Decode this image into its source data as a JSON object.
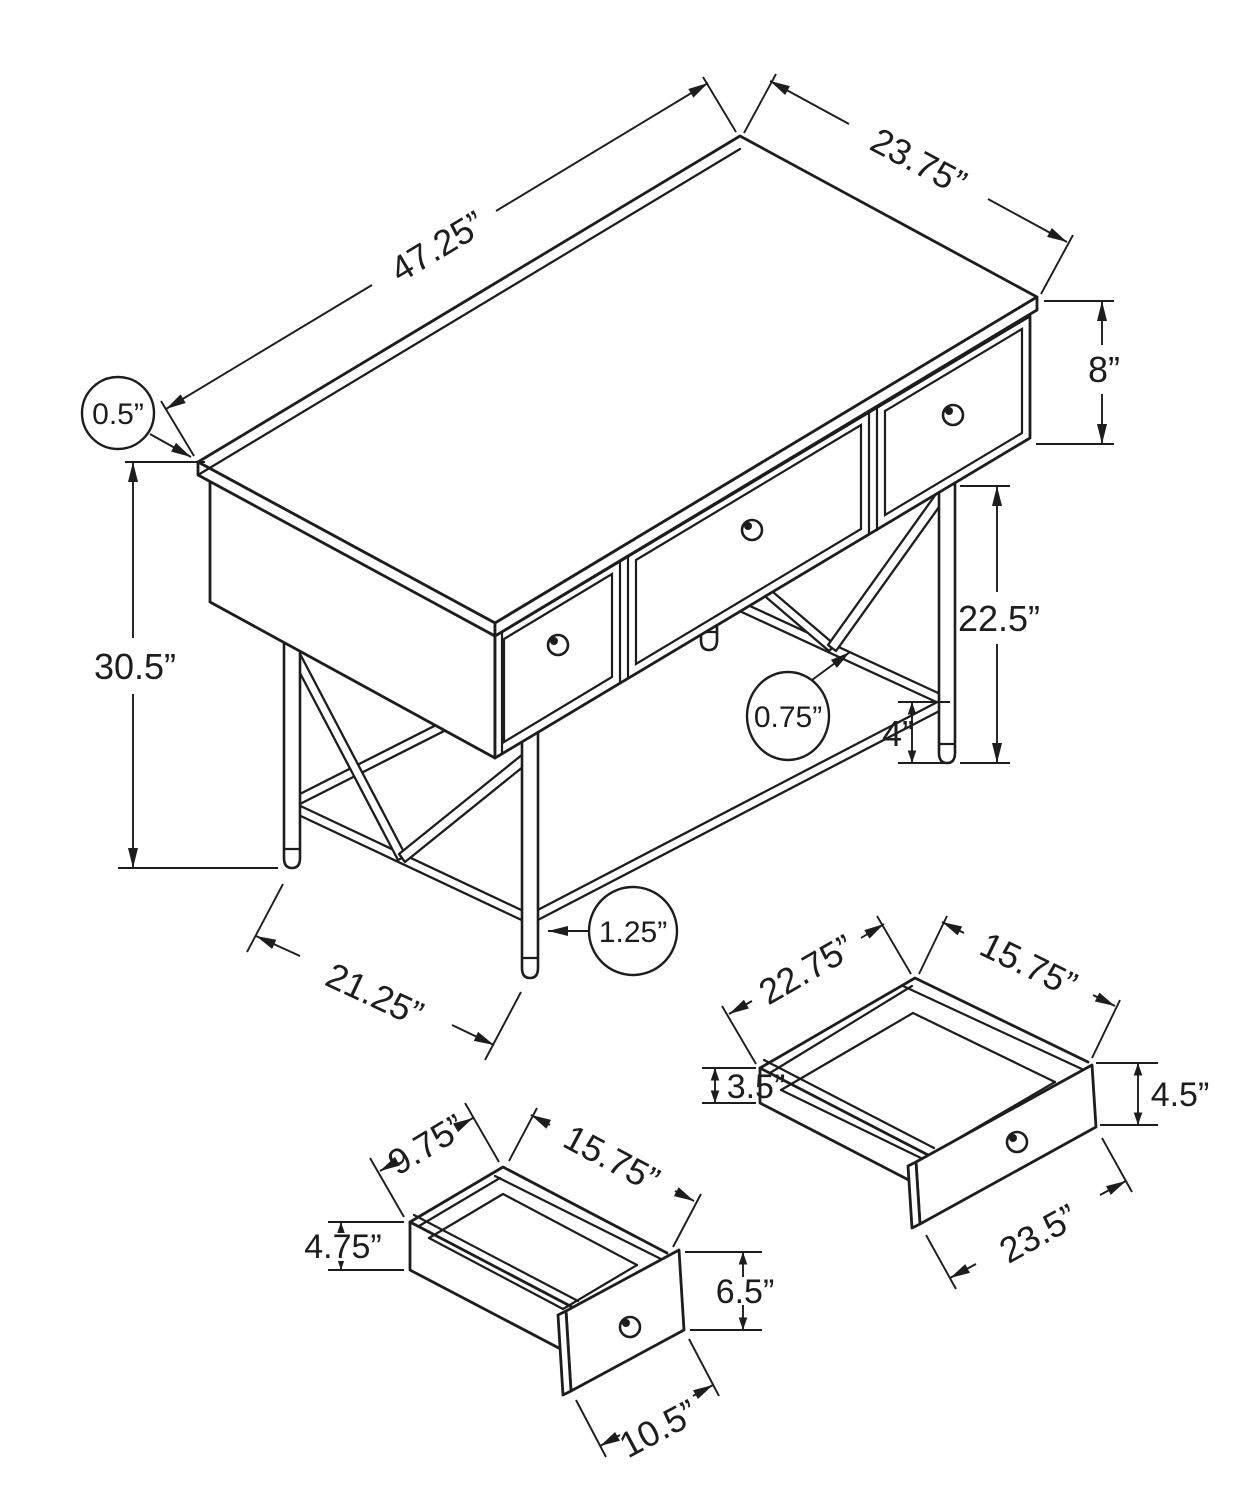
{
  "diagram": {
    "kind": "furniture-dimension-diagram",
    "subject": "3-drawer writing desk with metal frame, isometric view with two drawer detail views",
    "unit": "inches",
    "ink_color": "#1d1d1d",
    "background_color": "#ffffff",
    "views": {
      "desk": {
        "title": "desk-isometric-view",
        "dimensions": {
          "top_length": "47.25”",
          "top_depth": "23.75”",
          "apron_height": "8”",
          "top_thickness": "0.5”",
          "overall_height": "30.5”",
          "leg_height": "22.5”",
          "stretcher_diameter": "0.75”",
          "stretcher_floor_gap": "4”",
          "leg_diameter": "1.25”",
          "leg_span_depth": "21.25”"
        }
      },
      "center_drawer": {
        "title": "center-drawer-detail",
        "dimensions": {
          "box_width": "22.75”",
          "box_depth": "15.75”",
          "side_height": "3.5”",
          "front_height": "4.5”",
          "front_width": "23.5”"
        }
      },
      "side_drawer": {
        "title": "side-drawer-detail",
        "dimensions": {
          "box_width": "9.75”",
          "box_depth": "15.75”",
          "side_height": "4.75”",
          "front_height": "6.5”",
          "front_width": "10.5”"
        }
      }
    }
  }
}
